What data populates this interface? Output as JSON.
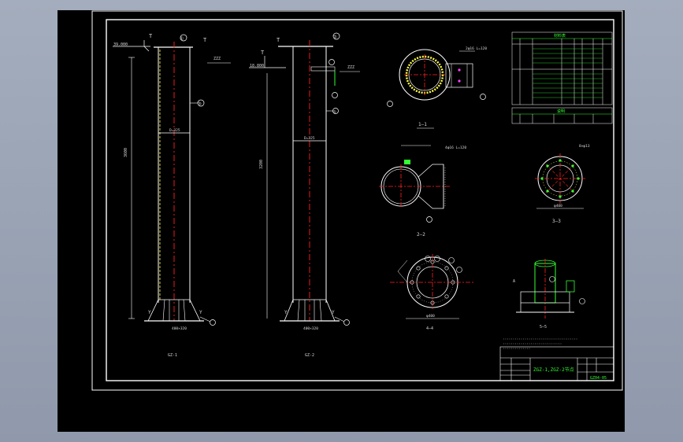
{
  "drawing": {
    "colors": {
      "background": "#000000",
      "line": "#ffffff",
      "centerline": "#ff2020",
      "weld": "#ffff44",
      "hatch": "#33ff33",
      "accent": "#ff40ff"
    },
    "col1": {
      "elev_top": "39.000",
      "label_mid": "D=325",
      "label_height": "3600",
      "label_base": "400×320",
      "caption": "GZ-1",
      "balloons": [
        "①",
        "③",
        "⑦",
        "⑥"
      ]
    },
    "col2": {
      "elev_top": "18.800",
      "label_mid": "D=325",
      "label_height": "3200",
      "label_base": "400×320",
      "caption": "GZ-2",
      "balloons": [
        "②",
        "⑤",
        "⑦",
        "⑧"
      ]
    },
    "section_1": {
      "caption": "1—1",
      "note": "2φ16 L=120"
    },
    "section_2": {
      "caption": "2—2",
      "note": "4φ16 L=120"
    },
    "section_3": {
      "caption": "3—3",
      "dim": "φ400",
      "note": "8×φ13"
    },
    "section_4": {
      "caption": "4—4",
      "dim": "φ400"
    },
    "section_5": {
      "caption": "5—5"
    },
    "table_top": {
      "title": "材料表"
    },
    "table_mid": {
      "title": "说明"
    },
    "title_block": {
      "drawing_title": "ZGZ-1,ZGZ-2节点",
      "drawing_no": "GZ04-05"
    }
  }
}
